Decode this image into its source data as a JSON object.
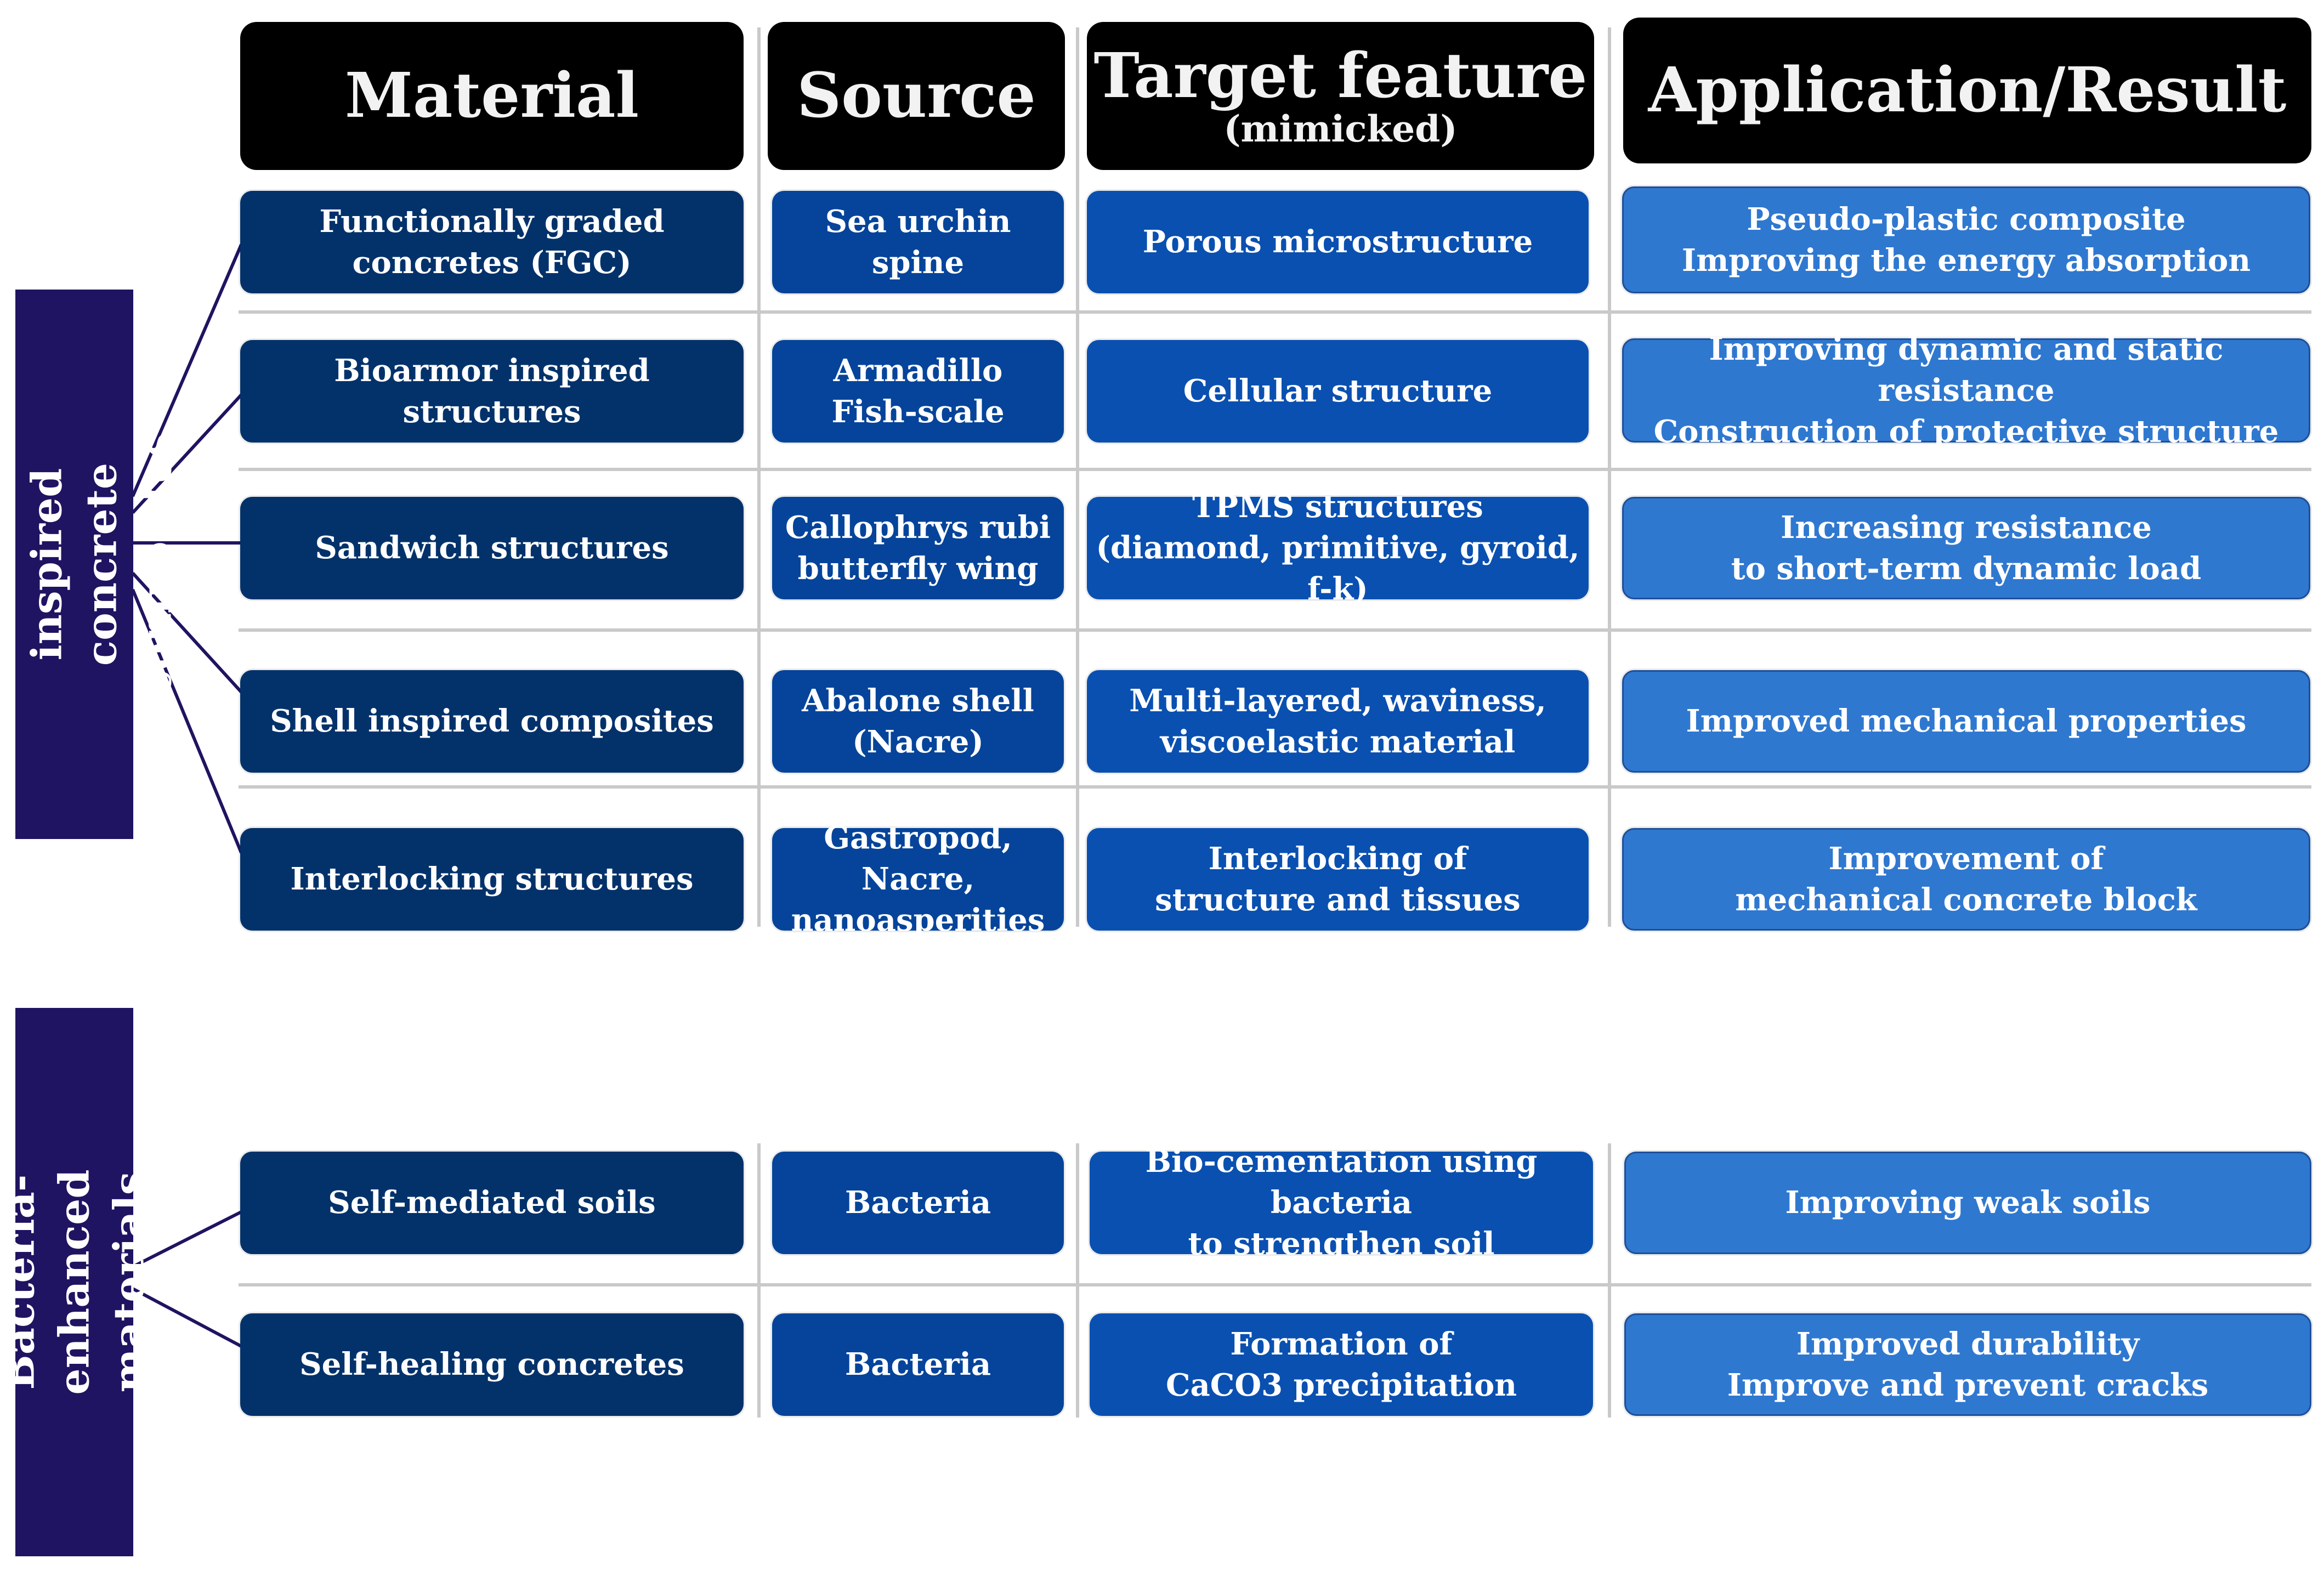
{
  "headers": {
    "material": "Material",
    "source": "Source",
    "target_feature": "Target feature",
    "target_feature_sub": "(mimicked)",
    "application": "Application/Result"
  },
  "categories": {
    "bio_inspired": "Bio-inspired\nconcrete composites",
    "bacteria_enhanced": "Bacteria-enhanced\nmaterials"
  },
  "rows": [
    {
      "material": "Functionally graded\nconcretes (FGC)",
      "source": "Sea urchin spine",
      "feature": "Porous microstructure",
      "result": "Pseudo-plastic composite\nImproving the energy absorption"
    },
    {
      "material": "Bioarmor inspired structures",
      "source": "Armadillo\nFish-scale",
      "feature": "Cellular structure",
      "result": "Improving dynamic and static resistance\nConstruction of protective structure"
    },
    {
      "material": "Sandwich structures",
      "source": "Callophrys rubi\nbutterfly wing",
      "feature": "TPMS structures\n(diamond, primitive, gyroid, f-k)",
      "result": "Increasing resistance\nto short-term dynamic load"
    },
    {
      "material": "Shell inspired composites",
      "source": "Abalone shell\n(Nacre)",
      "feature": "Multi-layered, waviness,\nviscoelastic material",
      "result": "Improved mechanical properties"
    },
    {
      "material": "Interlocking structures",
      "source": "Gastropod, Nacre,\nnanoasperities",
      "feature": "Interlocking of\nstructure and tissues",
      "result": "Improvement of\nmechanical concrete block"
    },
    {
      "material": "Self-mediated soils",
      "source": "Bacteria",
      "feature": "Bio-cementation using bacteria\nto strengthen soil",
      "result": "Improving weak soils"
    },
    {
      "material": "Self-healing concretes",
      "source": "Bacteria",
      "feature": "Formation of\nCaCO3 precipitation",
      "result": "Improved durability\nImprove and prevent cracks"
    }
  ],
  "colors": {
    "header_bg": "#000000",
    "category_bg": "#1f1461",
    "material_col": "#03326b",
    "source_col": "#05449a",
    "feature_col": "#0a50b0",
    "result_col": "#2f78d0",
    "connector": "#1f1461"
  }
}
